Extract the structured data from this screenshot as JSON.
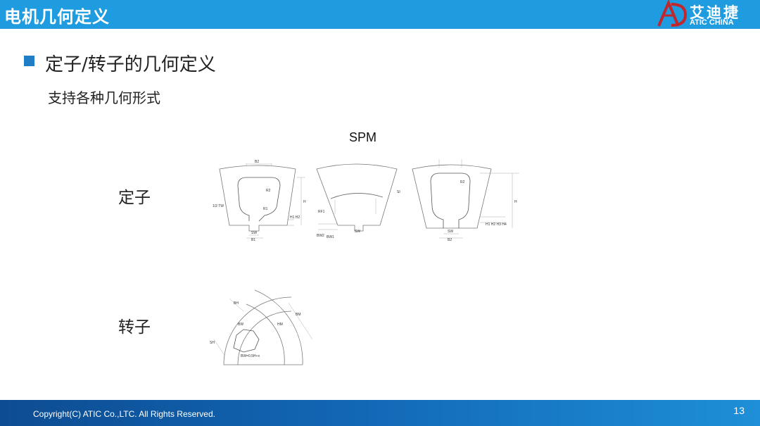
{
  "header": {
    "title": "电机几何定义"
  },
  "logo": {
    "name_cn": "艾迪捷",
    "name_en": "ATIC CHINA",
    "accent_color": "#c0282d"
  },
  "section": {
    "title": "定子/转子的几何定义",
    "subtitle": "支持各种几何形式"
  },
  "figure": {
    "heading": "SPM",
    "stator_label": "定子",
    "rotor_label": "转子",
    "stator1_labels": {
      "b2": "B2",
      "r2": "R2",
      "h": "H",
      "half_tw": "1/2 TW",
      "r1": "R1",
      "h1h2": "H1 H2",
      "sw": "SW",
      "b1": "B1"
    },
    "stator2_labels": {
      "si": "SI",
      "rf1": "RF1",
      "bw2": "BW2",
      "bw1": "BW1",
      "sw": "SW"
    },
    "stator3_labels": {
      "r2": "R2",
      "h": "H",
      "h_series": "H1 H2 H3 H4",
      "sw": "SW",
      "b2": "B2"
    },
    "rotor_labels": {
      "bh": "BH",
      "bw": "BW",
      "sh": "SH",
      "bm": "BM",
      "hm": "HM",
      "bw_eq": "BW=0.5H+x"
    }
  },
  "footer": {
    "copyright": "Copyright(C) ATIC Co.,LTC. All Rights Reserved.",
    "page": "13"
  }
}
